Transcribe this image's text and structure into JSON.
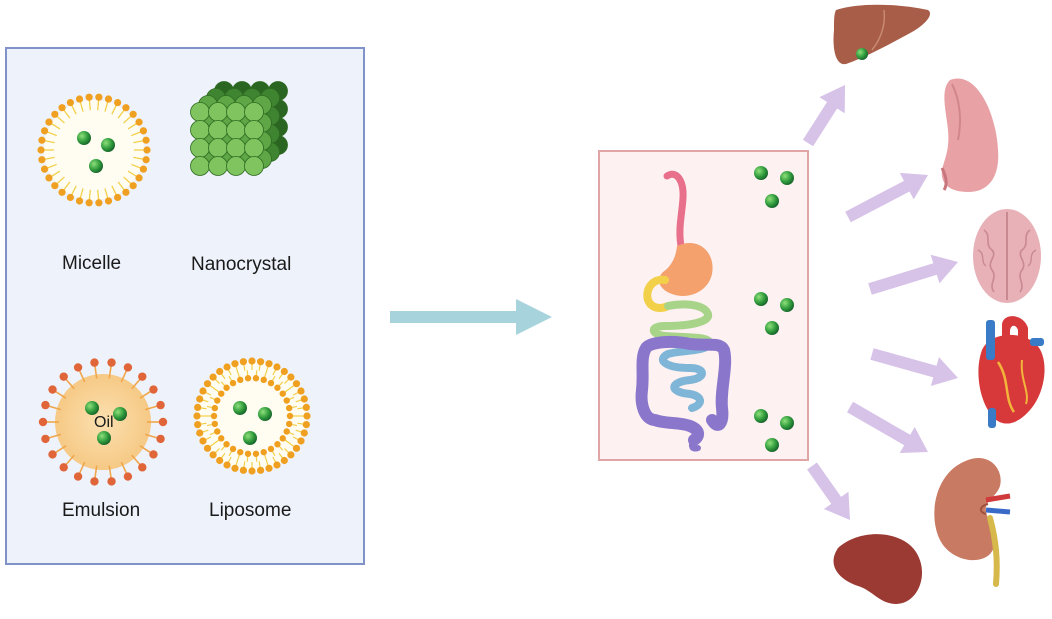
{
  "formulations": {
    "micelle": "Micelle",
    "nanocrystal": "Nanocrystal",
    "emulsion": "Emulsion",
    "emulsion_core": "Oil",
    "liposome": "Liposome"
  },
  "colors": {
    "panel_fill": "#eef2fb",
    "panel_border": "#7f93c8",
    "gut_panel_fill": "#fdf1f1",
    "gut_panel_border": "#e0a6a6",
    "main_arrow": "#a7d4dc",
    "organ_arrow": "#d7c2e8",
    "drug_particle": "#2e8b3a",
    "lipid_head": "#f0a020",
    "emulsifier_head": "#e0663a"
  },
  "icons": [
    "liver-icon",
    "lung-icon",
    "brain-icon",
    "heart-icon",
    "kidney-icon",
    "spleen-icon",
    "gi-tract-icon"
  ]
}
